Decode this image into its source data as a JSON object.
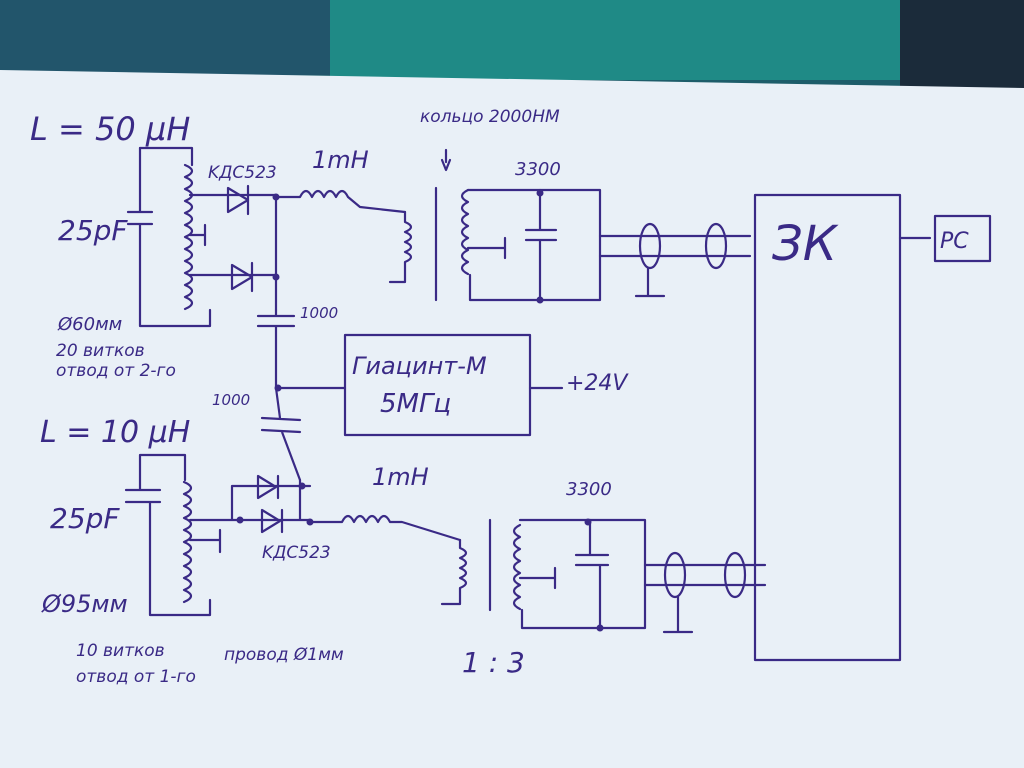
{
  "colors": {
    "ink": "#3a2a86",
    "paper": "#e9f0f7",
    "background_teal": "#1f8a86",
    "background_dark": "#1b2b3a"
  },
  "diagram": {
    "top": {
      "inductance_label": "L = 50 μH",
      "capacitor_label": "25pF",
      "diode_label": "KДC523",
      "choke_label": "1mH",
      "ring_label": "кольцо 2000НМ",
      "tuning_cap_label": "3300",
      "coil_note_1": "Ø60мм",
      "coil_note_2": "20 витков",
      "coil_note_3": "отвод от 2-го"
    },
    "middle": {
      "cap_top_label": "1000",
      "cap_bottom_label": "1000",
      "generator_line1": "Гиацинт-М",
      "generator_line2": "5МГц",
      "power_label": "+24V"
    },
    "bottom": {
      "inductance_label": "L = 10 μH",
      "capacitor_label": "25pF",
      "diode_label": "KДC523",
      "choke_label": "1mH",
      "tuning_cap_label": "3300",
      "ratio_label": "1 : 3",
      "coil_note_1": "Ø95мм",
      "coil_note_2": "10 витков",
      "coil_note_3": "провод Ø1мм",
      "coil_note_4": "отвод от 1-го"
    },
    "blocks": {
      "receiver_label": "ЗК",
      "pc_label": "PC"
    }
  }
}
